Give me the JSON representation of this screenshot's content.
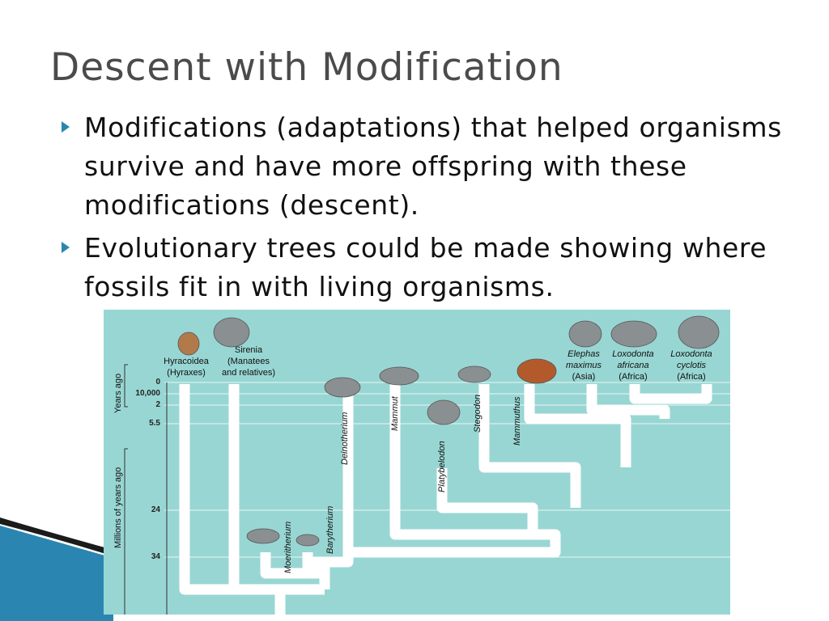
{
  "slide": {
    "title": "Descent with Modification",
    "bullets": [
      {
        "text": "Modifications (adaptations) that helped organisms survive and have more offspring with these modifications (descent)."
      },
      {
        "text": "Evolutionary trees could be made showing where fossils fit in with living organisms."
      }
    ]
  },
  "figure": {
    "axis": {
      "years_title": "Years ago",
      "millions_title": "Millions of years ago",
      "ticks": [
        "0",
        "10,000",
        "2",
        "5.5",
        "24",
        "34"
      ]
    },
    "taxa": {
      "hyracoidea": {
        "line1": "Hyracoidea",
        "line2": "(Hyraxes)"
      },
      "sirenia": {
        "line1": "Sirenia",
        "line2": "(Manatees",
        "line3": "and relatives)"
      },
      "elephas": {
        "line1": "Elephas",
        "line2": "maximus",
        "line3": "(Asia)"
      },
      "loxodonta_africana": {
        "line1": "Loxodonta",
        "line2": "africana",
        "line3": "(Africa)"
      },
      "loxodonta_cyclotis": {
        "line1": "Loxodonta",
        "line2": "cyclotis",
        "line3": "(Africa)"
      },
      "deinotherium": "Deinotherium",
      "mammut": "Mammut",
      "platybelodon": "Platybelodon",
      "stegodon": "Stegodon",
      "mammuthus": "Mammuthus",
      "moeritherium": "Moeritherium",
      "barytherium": "Barytherium"
    },
    "colors": {
      "background": "#98d6d3",
      "branch": "#ffffff",
      "accent": "#2a86b0"
    }
  }
}
